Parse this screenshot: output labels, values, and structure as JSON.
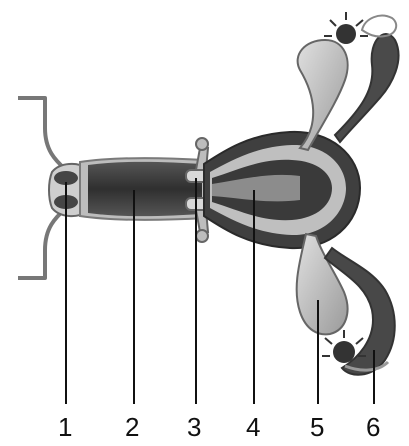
{
  "labels": {
    "n1": "1",
    "n2": "2",
    "n3": "3",
    "n4": "4",
    "n5": "5",
    "n6": "6"
  },
  "colors": {
    "dark": "#3b3b3b",
    "mid": "#8a8a8a",
    "light": "#c9c9c9",
    "line": "#111111"
  }
}
